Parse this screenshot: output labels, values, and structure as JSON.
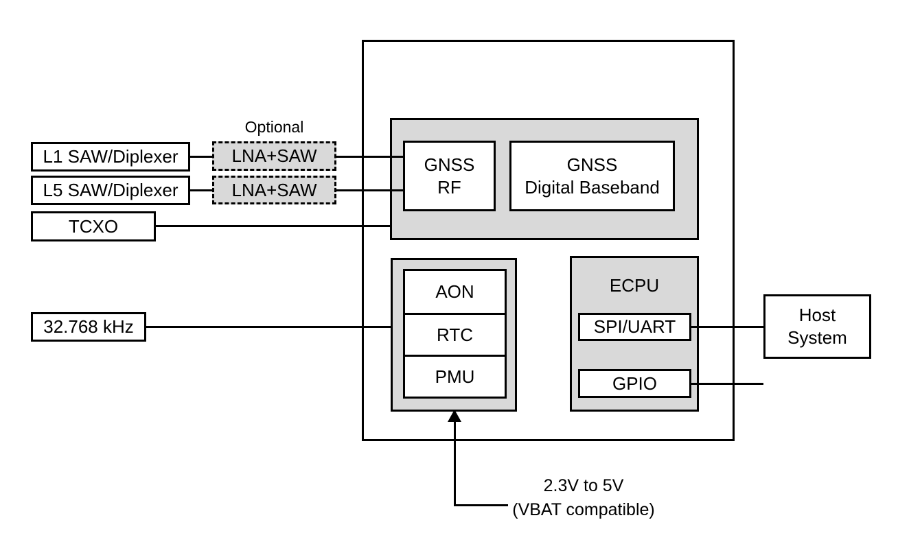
{
  "diagram": {
    "description": "GNSS receiver chip block diagram",
    "colors": {
      "block_fill_gray": "#d9d9d9",
      "block_fill_white": "#ffffff",
      "stroke": "#000000",
      "text": "#000000"
    },
    "external_components": {
      "l1_filter": "L1 SAW/Diplexer",
      "l5_filter": "L5 SAW/Diplexer",
      "tcxo": "TCXO",
      "xtal_32k": "32.768 kHz",
      "host_line1": "Host",
      "host_line2": "System"
    },
    "optional_group": {
      "label": "Optional",
      "lna1": "LNA+SAW",
      "lna2": "LNA+SAW"
    },
    "chip_blocks": {
      "gnss_rf_line1": "GNSS",
      "gnss_rf_line2": "RF",
      "gnss_bb_line1": "GNSS",
      "gnss_bb_line2": "Digital Baseband",
      "aon": "AON",
      "rtc": "RTC",
      "pmu": "PMU",
      "ecpu": "ECPU",
      "spi_uart": "SPI/UART",
      "gpio": "GPIO"
    },
    "power_annotation": {
      "line1": "2.3V to 5V",
      "line2": "(VBAT compatible)"
    }
  }
}
